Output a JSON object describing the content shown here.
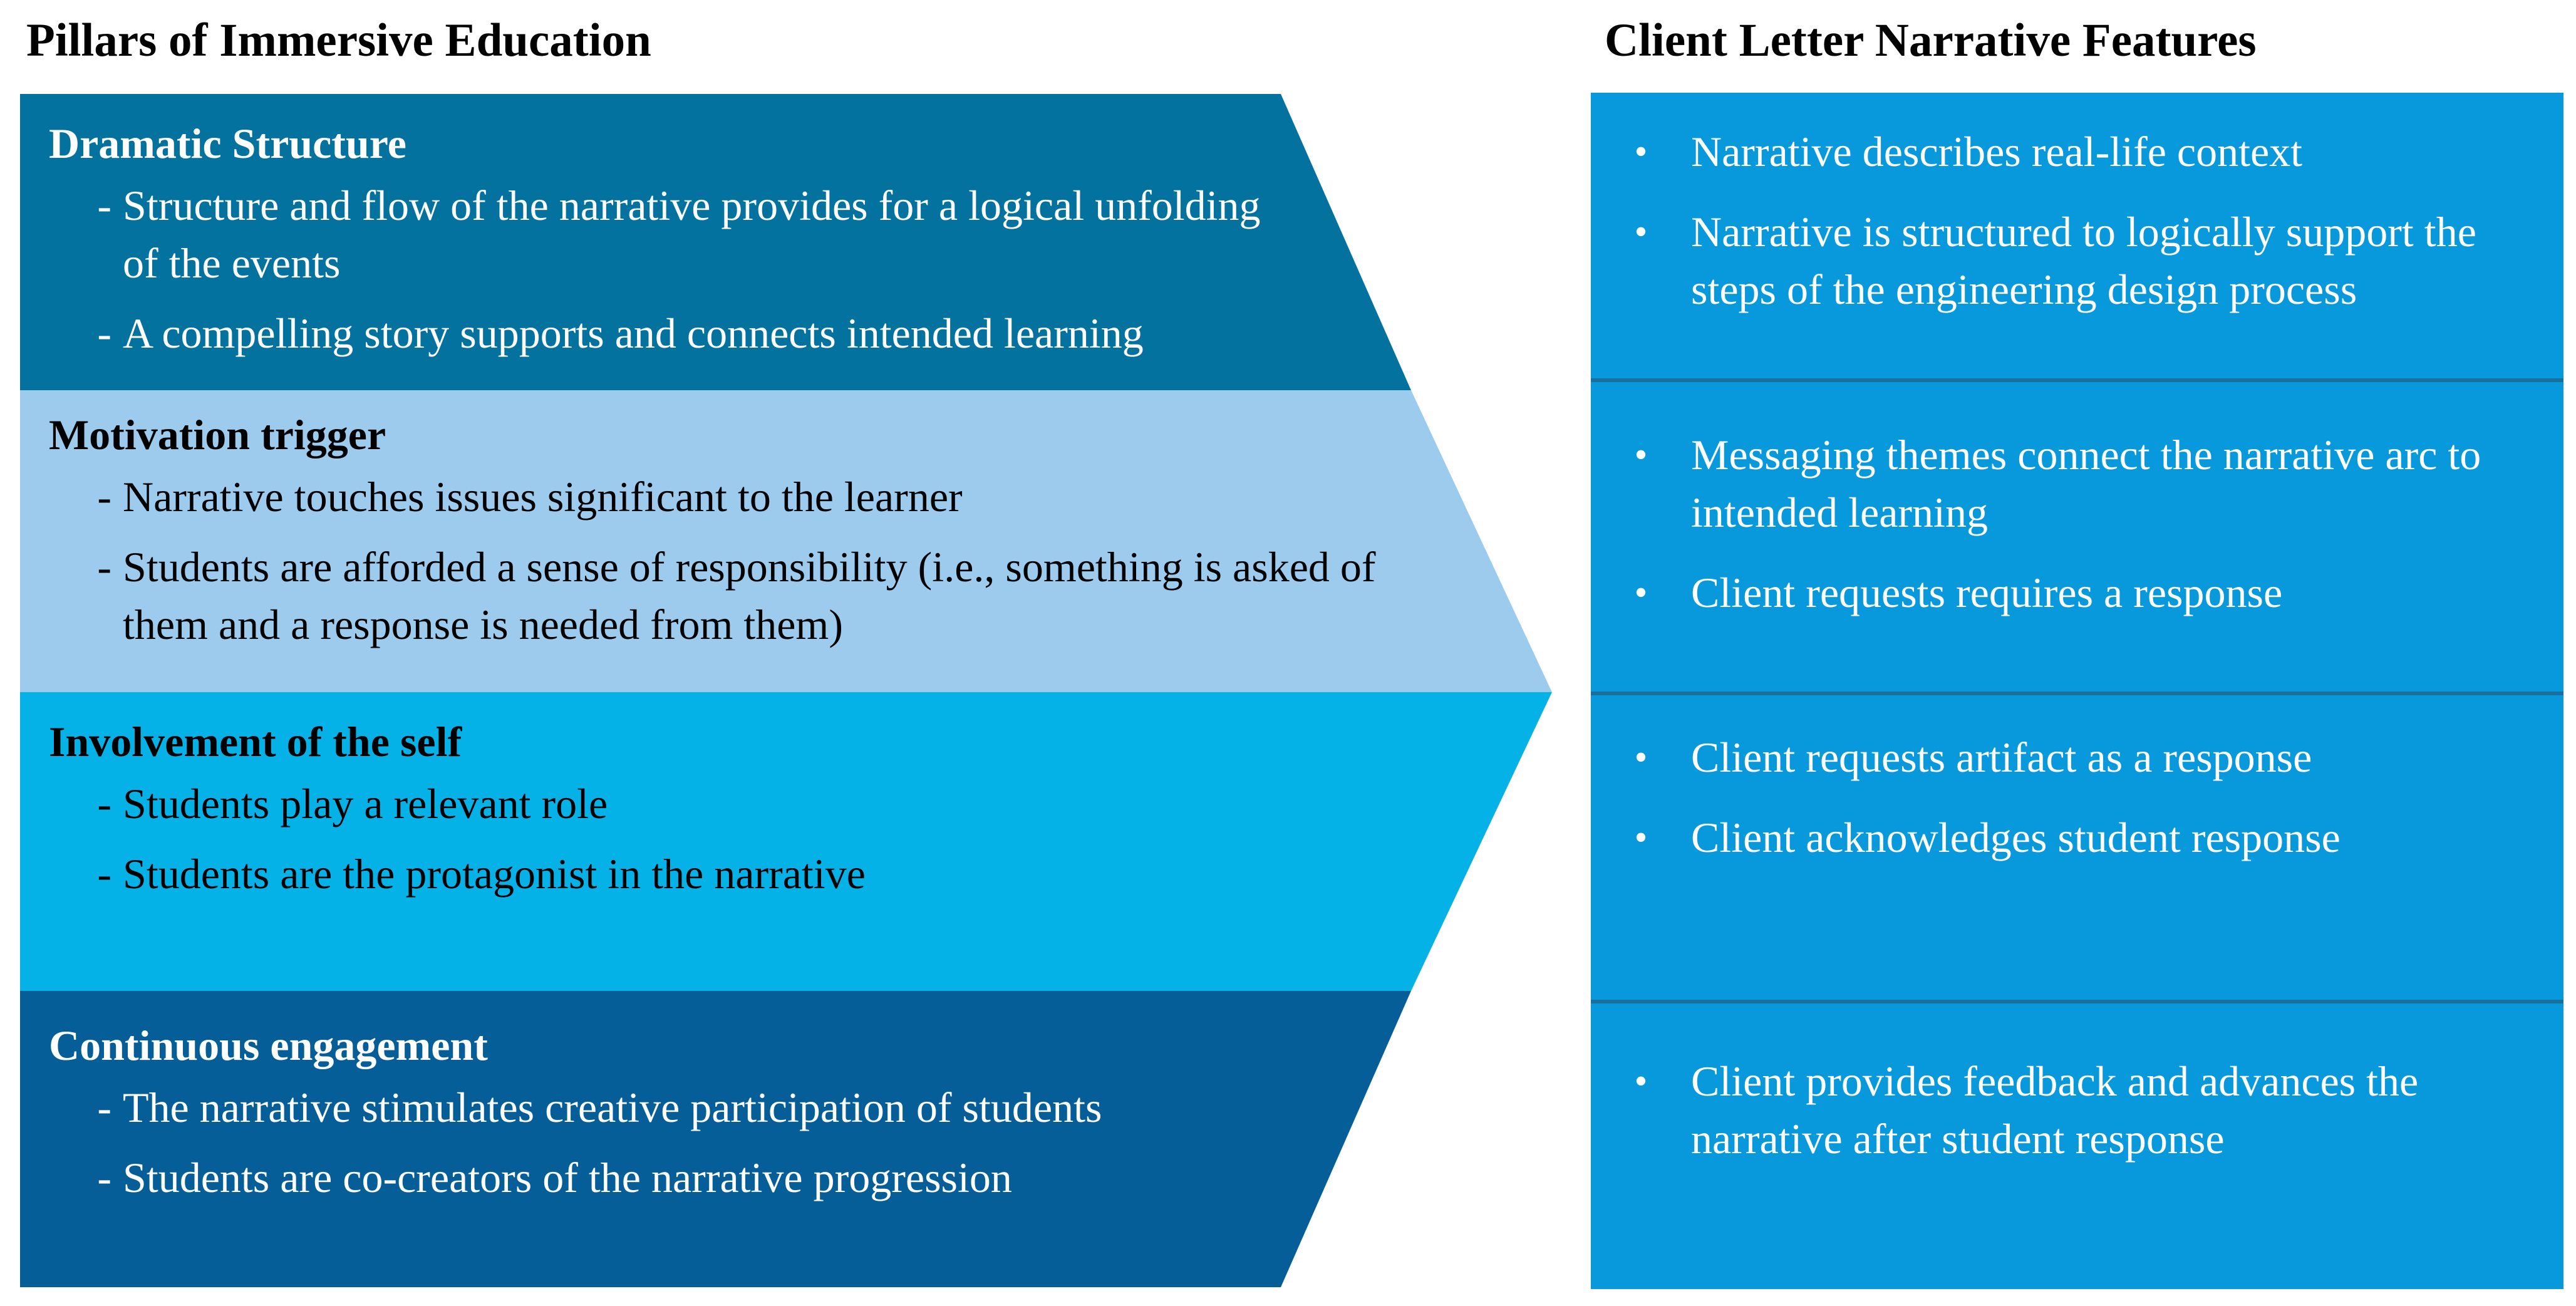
{
  "left_heading": "Pillars of Immersive Education",
  "right_heading": "Client Letter Narrative Features",
  "colors": {
    "pillar_dramatic": "#04729f",
    "pillar_motivation": "#9ccbee",
    "pillar_involvement": "#04b2e7",
    "pillar_continuous": "#065e98",
    "feature_box": "#0899dd",
    "feature_divider": "#1a6f9e"
  },
  "pillars": [
    {
      "title": "Dramatic Structure",
      "items": [
        "Structure and flow of the narrative provides for a logical unfolding of the events",
        "A compelling story supports and connects intended learning"
      ]
    },
    {
      "title": "Motivation trigger",
      "items": [
        "Narrative touches issues significant to the learner",
        "Students are afforded a sense of responsibility (i.e., something is asked of them and a response is needed from them)"
      ]
    },
    {
      "title": "Involvement of the self",
      "items": [
        "Students play a relevant role",
        "Students are the protagonist in the narrative"
      ]
    },
    {
      "title": "Continuous engagement",
      "items": [
        "The narrative stimulates creative participation of students",
        "Students are co-creators of the narrative progression"
      ]
    }
  ],
  "features": [
    {
      "items": [
        "Narrative describes real-life context",
        "Narrative is structured to logically support the steps of the engineering design process"
      ]
    },
    {
      "items": [
        "Messaging themes connect the narrative arc to intended learning",
        "Client requests requires a response"
      ]
    },
    {
      "items": [
        "Client requests artifact as a response",
        "Client acknowledges student response"
      ]
    },
    {
      "items": [
        "Client provides feedback and advances the narrative after student response"
      ]
    }
  ],
  "bullet_glyph": "•",
  "dash_glyph": "-"
}
